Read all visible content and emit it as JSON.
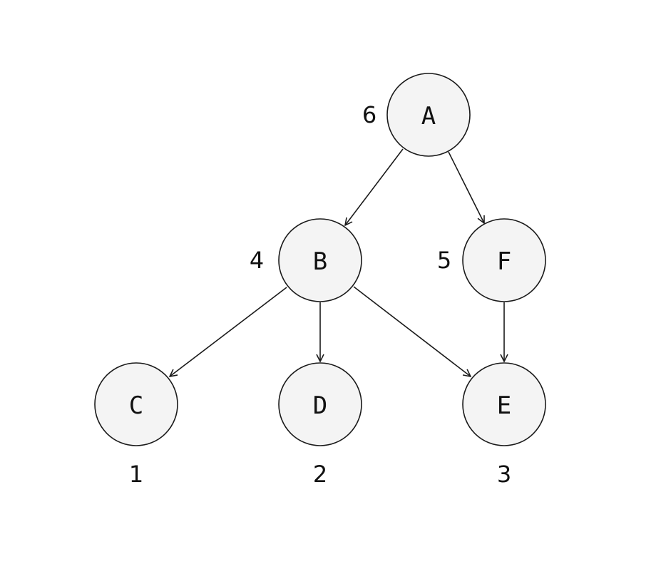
{
  "graph": {
    "nodes": [
      {
        "id": "A",
        "label": "A",
        "order": "6"
      },
      {
        "id": "B",
        "label": "B",
        "order": "4"
      },
      {
        "id": "F",
        "label": "F",
        "order": "5"
      },
      {
        "id": "C",
        "label": "C",
        "order": "1"
      },
      {
        "id": "D",
        "label": "D",
        "order": "2"
      },
      {
        "id": "E",
        "label": "E",
        "order": "3"
      }
    ],
    "edges": [
      {
        "from": "A",
        "to": "B"
      },
      {
        "from": "A",
        "to": "F"
      },
      {
        "from": "B",
        "to": "C"
      },
      {
        "from": "B",
        "to": "D"
      },
      {
        "from": "B",
        "to": "E"
      },
      {
        "from": "F",
        "to": "E"
      }
    ]
  }
}
